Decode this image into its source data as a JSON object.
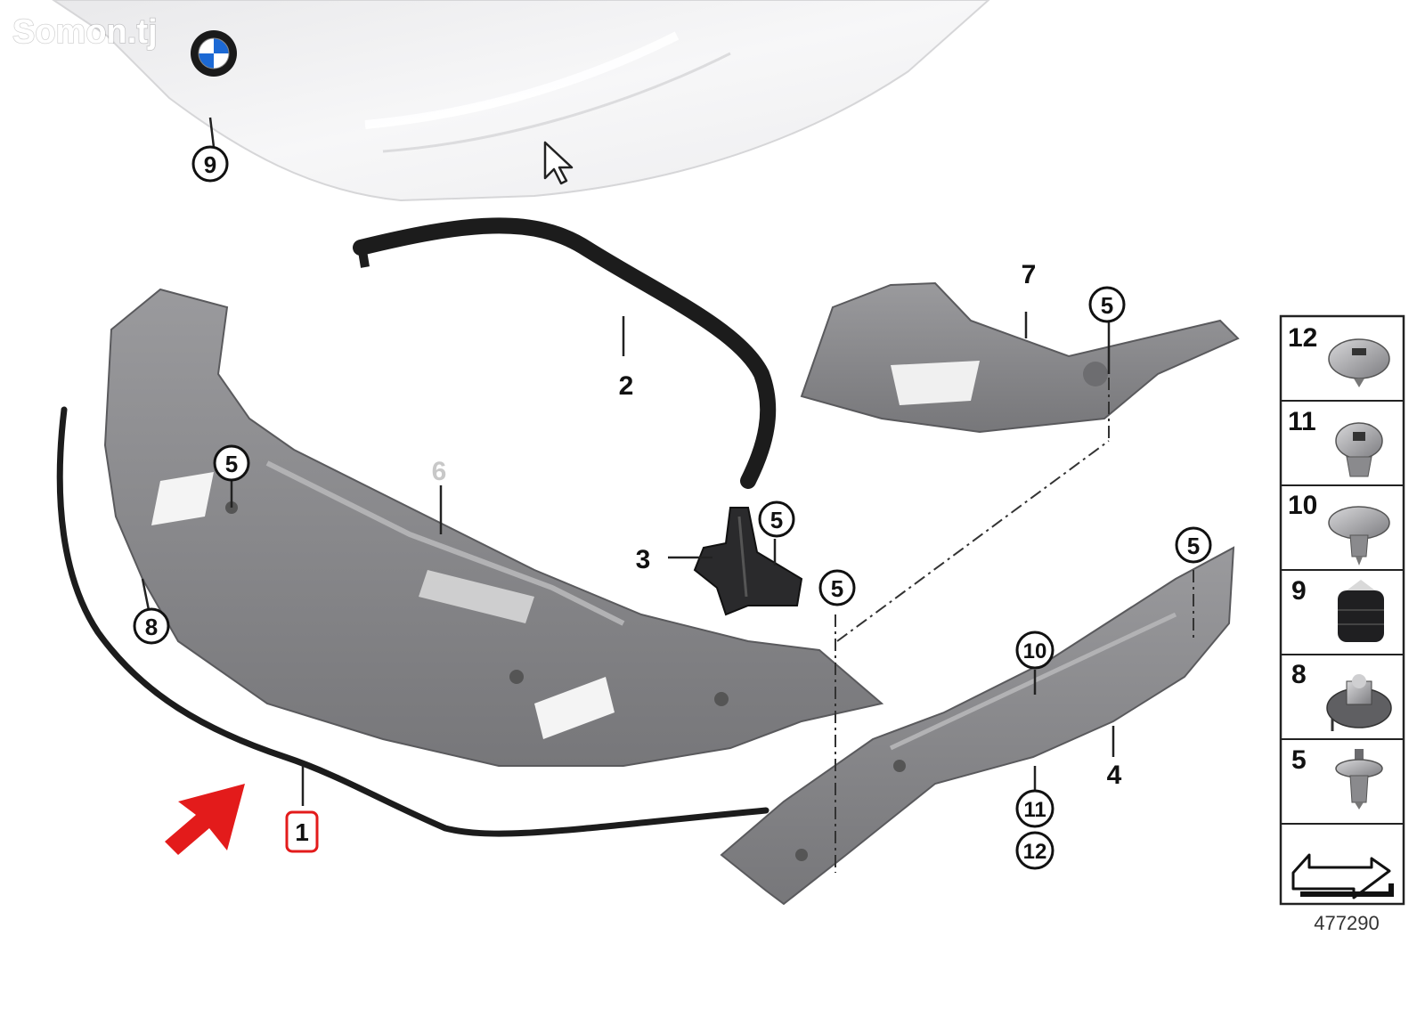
{
  "watermark": "Somon.tj",
  "diagram_id": "477290",
  "colors": {
    "part_gray": "#8f8f91",
    "part_dark": "#6d6d70",
    "seal_black": "#1c1c1c",
    "hood_white": "#f2f2f3",
    "highlight_red": "#e31b1b",
    "brand_blue": "#1c69d4"
  },
  "callouts": {
    "c1": "1",
    "c2": "2",
    "c3": "3",
    "c4": "4",
    "c5a": "5",
    "c5b": "5",
    "c5c": "5",
    "c5d": "5",
    "c5e": "5",
    "c6": "6",
    "c7": "7",
    "c8": "8",
    "c9": "9",
    "c10": "10",
    "c11": "11",
    "c12": "12"
  },
  "legend": [
    {
      "number": "12",
      "icon": "clip-rivet-icon"
    },
    {
      "number": "11",
      "icon": "expanding-clip-icon"
    },
    {
      "number": "10",
      "icon": "mushroom-clip-icon"
    },
    {
      "number": "9",
      "icon": "rubber-buffer-icon"
    },
    {
      "number": "8",
      "icon": "spreader-nut-icon"
    },
    {
      "number": "5",
      "icon": "push-rivet-icon"
    }
  ]
}
